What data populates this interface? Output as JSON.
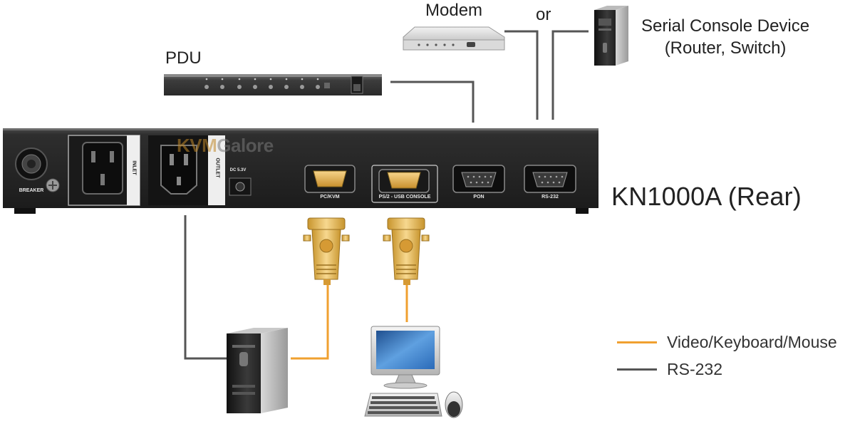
{
  "labels": {
    "modem": "Modem",
    "or": "or",
    "serial_console_line1": "Serial Console Device",
    "serial_console_line2": "(Router, Switch)",
    "pdu": "PDU",
    "device_name": "KN1000A (Rear)"
  },
  "ports": {
    "breaker": "BREAKER",
    "pc_kvm": "PC/KVM",
    "console": "PS/2 - USB  CONSOLE",
    "pon": "PON",
    "rs232": "RS-232",
    "inlet": "INLET",
    "outlet": "OUTLET",
    "dc": "DC 5.3V"
  },
  "watermark": {
    "part1": "KVM",
    "part2": "Galore"
  },
  "legend": [
    {
      "label": "Video/Keyboard/Mouse",
      "color": "#f0a030"
    },
    {
      "label": "RS-232",
      "color": "#555555"
    }
  ],
  "colors": {
    "video_cable": "#f0a030",
    "rs232_cable": "#555555",
    "chassis": "#2b2b2b"
  }
}
